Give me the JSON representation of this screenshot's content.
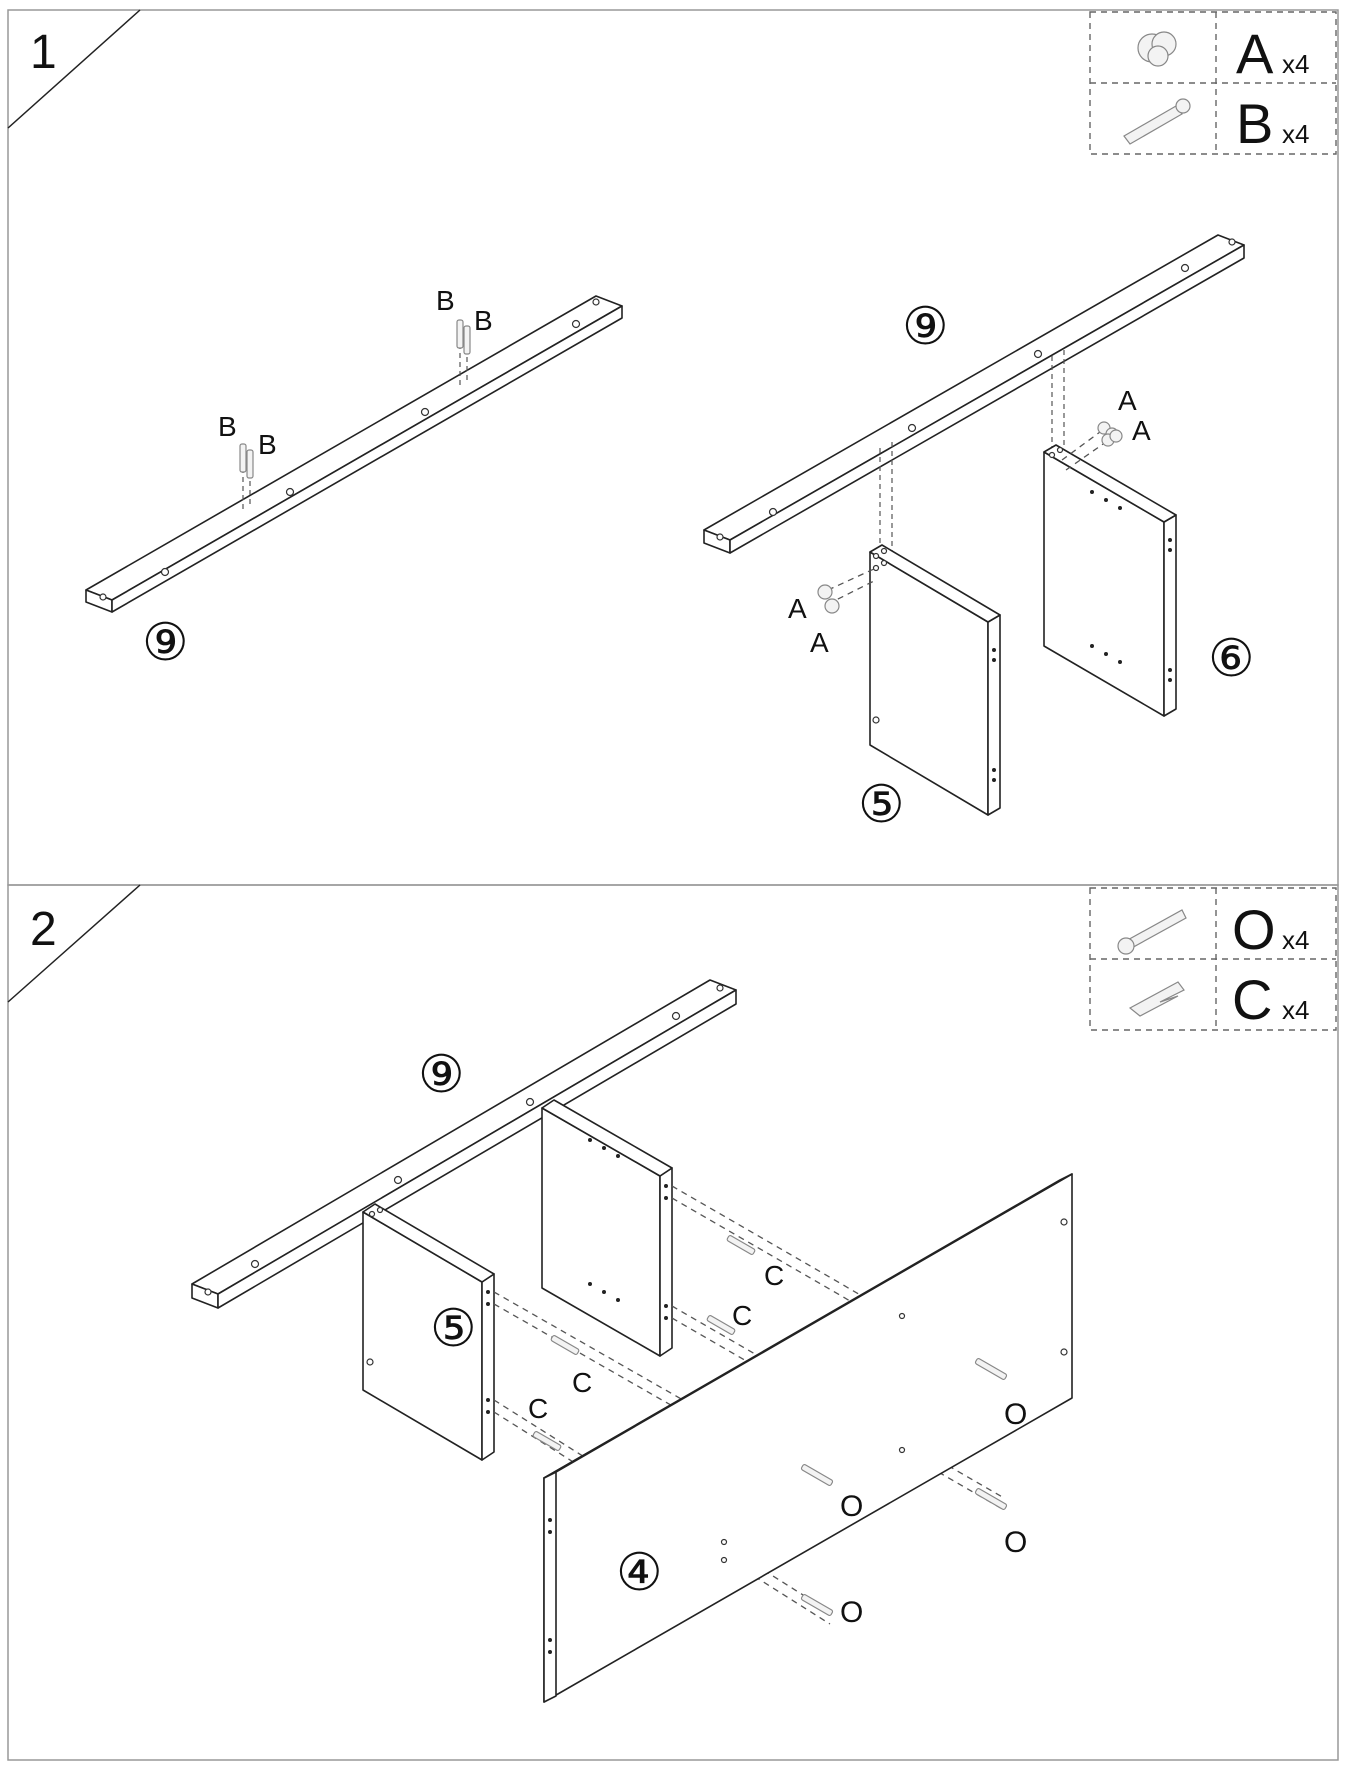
{
  "steps": [
    {
      "number": "1",
      "hardware": [
        {
          "letter": "A",
          "qty": "x4",
          "icon": "cam-lock-icon"
        },
        {
          "letter": "B",
          "qty": "x4",
          "icon": "cam-bolt-icon"
        }
      ],
      "part_labels": {
        "rail": "⑨",
        "rail_right": "⑨",
        "left_panel": "⑤",
        "right_panel": "⑥"
      },
      "callouts": {
        "b": "B",
        "a": "A"
      }
    },
    {
      "number": "2",
      "hardware": [
        {
          "letter": "O",
          "qty": "x4",
          "icon": "screw-icon"
        },
        {
          "letter": "C",
          "qty": "x4",
          "icon": "dowel-clip-icon"
        }
      ],
      "part_labels": {
        "rail": "⑨",
        "left_panel": "⑤",
        "back_panel": "④"
      },
      "callouts": {
        "c": "C",
        "o": "O"
      }
    }
  ],
  "colors": {
    "line": "#222222",
    "frame": "#999999",
    "background": "#ffffff"
  }
}
